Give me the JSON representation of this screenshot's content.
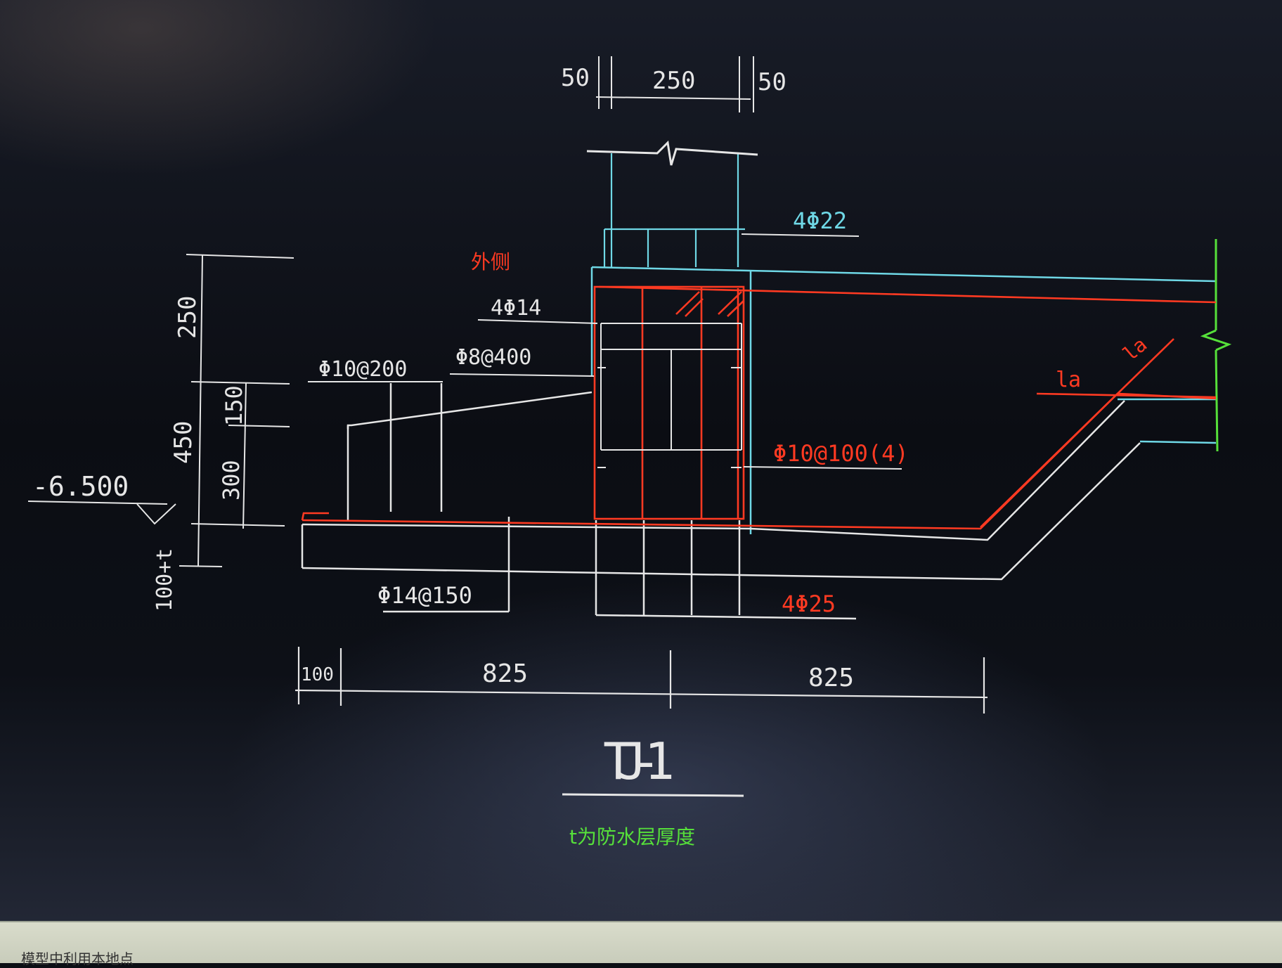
{
  "drawing": {
    "title": "TJ-1",
    "note": "t为防水层厚度",
    "outside_label": "外侧",
    "elevation": "-6.500",
    "top_dims": [
      "50",
      "250",
      "50"
    ],
    "left_dims": [
      "250",
      "450",
      "150",
      "300",
      "100+t"
    ],
    "bottom_dims": [
      "100",
      "825",
      "825"
    ],
    "rebar_labels": {
      "top_bars": "4Φ22",
      "side_bars": "4Φ14",
      "tie": "Φ8@400",
      "slab_top": "Φ10@200",
      "slab_bottom": "Φ14@150",
      "stirrup": "Φ10@100(4)",
      "bottom_bars": "4Φ25",
      "anchor_1": "la",
      "anchor_2": "la"
    },
    "colors": {
      "background": "#0c0f15",
      "lines": "#e6e6e6",
      "cyan": "#6fd8e6",
      "red": "#ff3a22",
      "green": "#56e03a"
    }
  },
  "status_bar": {
    "text": "模型中利用本地点"
  }
}
